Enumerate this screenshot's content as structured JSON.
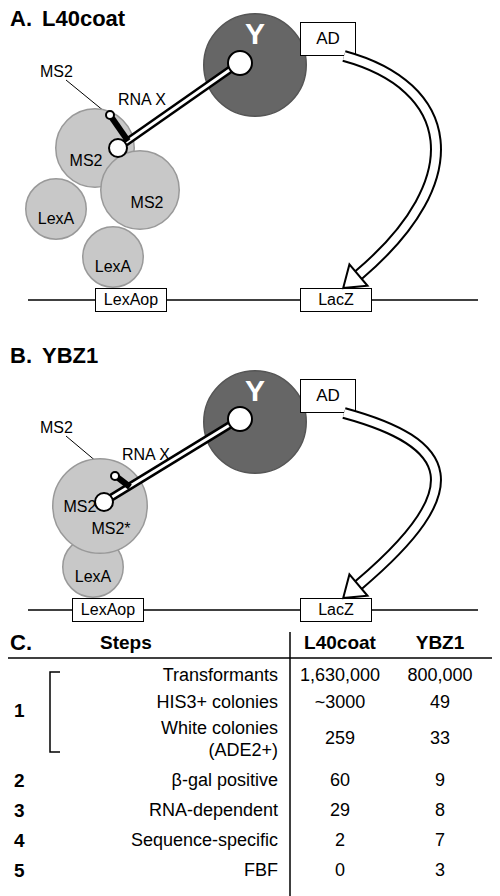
{
  "diagram": {
    "nodes": [
      {
        "text": [
          "Y"
        ]
      },
      {
        "text": [
          "AD"
        ]
      },
      {
        "text": [
          "MS2"
        ]
      },
      {
        "text": [
          "MS2"
        ]
      },
      {
        "text": [
          "LexA"
        ]
      },
      {
        "text": [
          "LexA"
        ]
      },
      {
        "text": [
          "LexAop"
        ]
      },
      {
        "text": [
          "LacZ"
        ]
      },
      {
        "text": [
          "Y"
        ]
      },
      {
        "text": [
          "AD"
        ]
      },
      {
        "text": [
          "MS2*",
          "MS2*"
        ]
      },
      {
        "text": [
          "LexA"
        ]
      },
      {
        "text": [
          "LexAop"
        ]
      },
      {
        "text": [
          "LacZ"
        ]
      }
    ],
    "edges": [
      {
        "from": 1,
        "to": 7,
        "arrow": "to"
      },
      {
        "from": 9,
        "to": 13,
        "arrow": "to"
      }
    ],
    "labels": [
      "A.",
      "L40coat",
      "MS2",
      "RNA X",
      "B.",
      "YBZ1",
      "MS2",
      "RNA X",
      "C.",
      "Steps",
      "L40coat",
      "YBZ1",
      "1",
      "Transformants",
      "1,630,000",
      "800,000",
      "HIS3+ colonies",
      "~3000",
      "49",
      "White colonies (ADE2+)",
      "259",
      "33",
      "2",
      "β-gal positive",
      "60",
      "9",
      "3",
      "RNA-dependent",
      "29",
      "8",
      "4",
      "Sequence-specific",
      "2",
      "7",
      "5",
      "FBF",
      "0",
      "3"
    ]
  }
}
